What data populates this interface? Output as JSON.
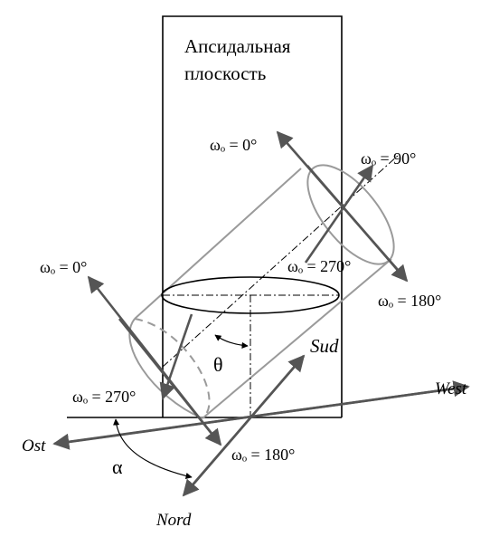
{
  "diagram": {
    "apsidal_plane_label_line1": "Апсидальная",
    "apsidal_plane_label_line2": "плоскость",
    "theta": "θ",
    "alpha": "α",
    "directions": {
      "west": "West",
      "ost": "Ost",
      "sud": "Sud",
      "nord": "Nord"
    },
    "omega_labels": {
      "top_0": "ωₒ = 0°",
      "top_90": "ωₒ = 90°",
      "top_270": "ωₒ = 270°",
      "top_180": "ωₒ = 180°",
      "bottom_0": "ωₒ = 0°",
      "bottom_270": "ωₒ = 270°",
      "bottom_180": "ωₒ = 180°"
    },
    "colors": {
      "ink": "#000000",
      "arrow": "#555555",
      "cylinder": "#9a9a9a"
    }
  }
}
